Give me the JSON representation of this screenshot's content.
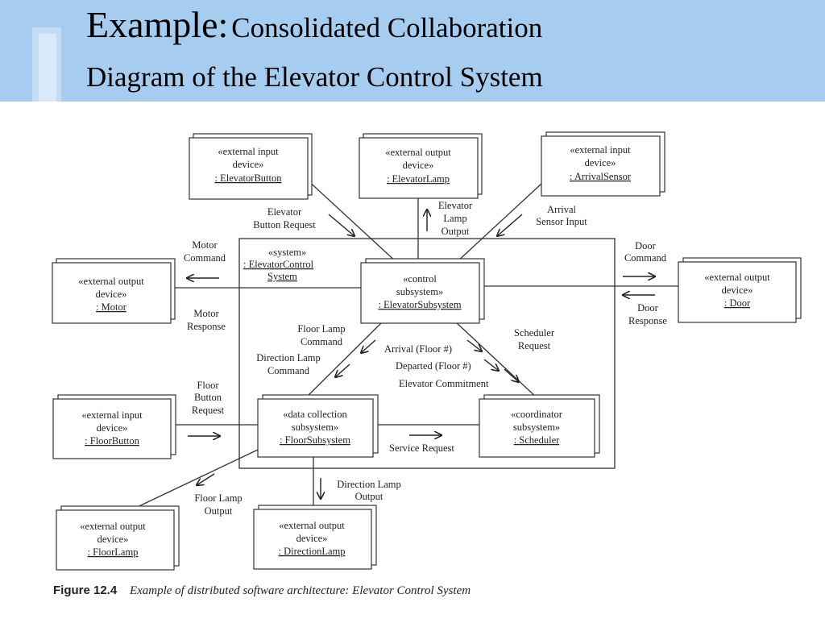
{
  "title": {
    "lead": "Example:",
    "rest": "Consolidated Collaboration",
    "line2": "Diagram of the Elevator Control System"
  },
  "system": {
    "stereotype": "«system»",
    "name_line1": ": ElevatorControl",
    "name_line2": "System"
  },
  "boxes": {
    "elevator_button": {
      "line1": "«external input",
      "line2": "device»",
      "name": ": ElevatorButton"
    },
    "elevator_lamp": {
      "line1": "«external output",
      "line2": "device»",
      "name": ": ElevatorLamp"
    },
    "arrival_sensor": {
      "line1": "«external input",
      "line2": "device»",
      "name": ": ArrivalSensor"
    },
    "motor": {
      "line1": "«external output",
      "line2": "device»",
      "name": ": Motor"
    },
    "door": {
      "line1": "«external output",
      "line2": "device»",
      "name": ": Door"
    },
    "control": {
      "line1": "«control",
      "line2": "subsystem»",
      "name": ": ElevatorSubsystem"
    },
    "data_collection": {
      "line1": "«data collection",
      "line2": "subsystem»",
      "name": ": FloorSubsystem"
    },
    "coordinator": {
      "line1": "«coordinator",
      "line2": "subsystem»",
      "name": ": Scheduler"
    },
    "floor_button": {
      "line1": "«external input",
      "line2": "device»",
      "name": ": FloorButton"
    },
    "floor_lamp": {
      "line1": "«external output",
      "line2": "device»",
      "name": ": FloorLamp"
    },
    "direction_lamp": {
      "line1": "«external output",
      "line2": "device»",
      "name": ": DirectionLamp"
    }
  },
  "messages": {
    "elevator_button_request": [
      "Elevator",
      "Button Request"
    ],
    "elevator_lamp_output": [
      "Elevator",
      "Lamp",
      "Output"
    ],
    "arrival_sensor_input": [
      "Arrival",
      "Sensor Input"
    ],
    "motor_command": [
      "Motor",
      "Command"
    ],
    "motor_response": [
      "Motor",
      "Response"
    ],
    "door_command": [
      "Door",
      "Command"
    ],
    "door_response": [
      "Door",
      "Response"
    ],
    "floor_lamp_command": [
      "Floor Lamp",
      "Command"
    ],
    "direction_lamp_command": [
      "Direction Lamp",
      "Command"
    ],
    "arrival": "Arrival (Floor #)",
    "departed": "Departed (Floor #)",
    "elevator_commitment": "Elevator Commitment",
    "scheduler_request": [
      "Scheduler",
      "Request"
    ],
    "floor_button_request": [
      "Floor",
      "Button",
      "Request"
    ],
    "service_request": "Service Request",
    "floor_lamp_output": [
      "Floor Lamp",
      "Output"
    ],
    "direction_lamp_output": [
      "Direction Lamp",
      "Output"
    ]
  },
  "caption": {
    "label": "Figure 12.4",
    "text": "Example of distributed software architecture: Elevator Control System"
  }
}
